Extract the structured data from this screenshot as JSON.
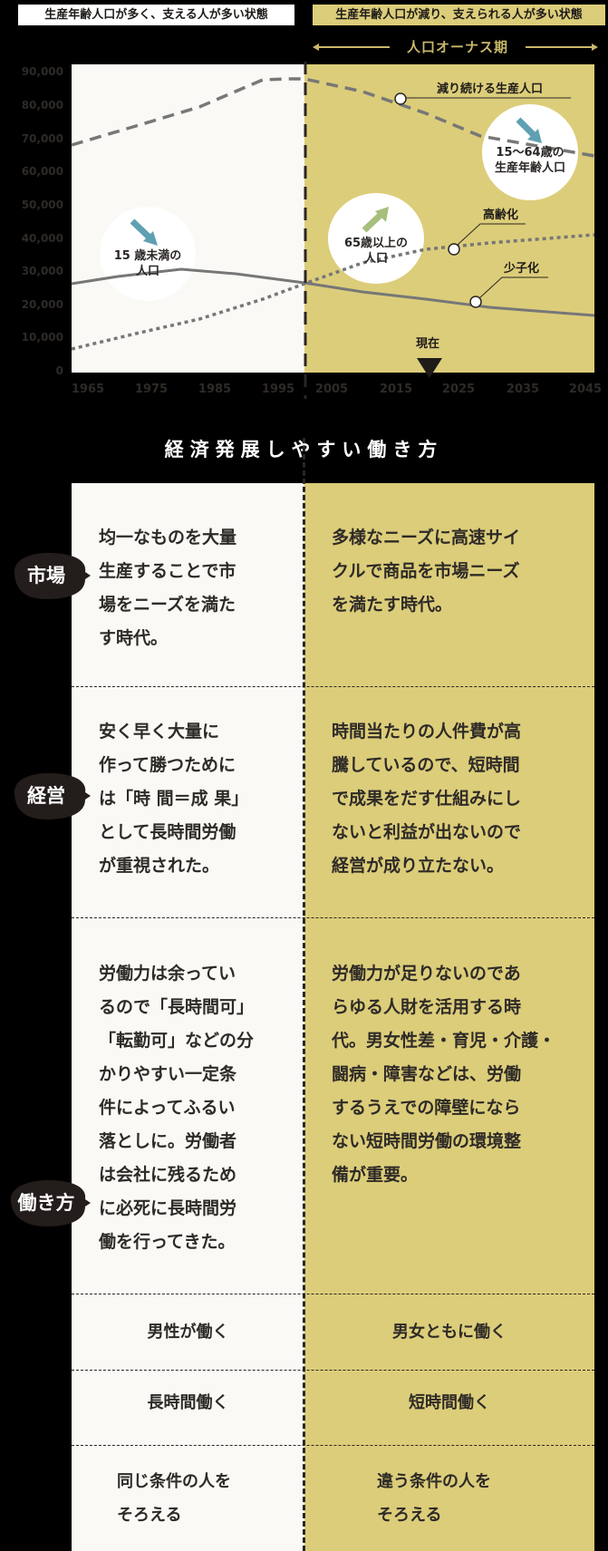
{
  "header": {
    "left_badge": "生産年齢人口が多く、支える人が多い状態",
    "right_badge": "生産年齢人口が減り、支えられる人が多い状態",
    "period_label": "人口オーナス期"
  },
  "colors": {
    "background": "#000000",
    "left_panel": "#faf9f5",
    "right_panel": "#dccd7a",
    "line_gray": "#777777",
    "arrow_blue": "#5fa0b3",
    "arrow_green": "#a6bf7c",
    "period_gold": "#c8b86a"
  },
  "chart_data": {
    "type": "line",
    "title": "",
    "xlabel": "",
    "ylabel": "",
    "ylim": [
      0,
      90000
    ],
    "y_ticks": [
      "90,000",
      "80,000",
      "70,000",
      "60,000",
      "50,000",
      "40,000",
      "30,000",
      "20,000",
      "10,000",
      "0"
    ],
    "x_ticks": [
      "1965",
      "1975",
      "1985",
      "1995",
      "2005",
      "2015",
      "2025",
      "2035",
      "2045"
    ],
    "x": [
      1965,
      1975,
      1985,
      1995,
      2005,
      2015,
      2025,
      2035,
      2045
    ],
    "series": [
      {
        "name": "15〜64歳の生産年齢人口",
        "style": "dashed",
        "values": [
          68000,
          73000,
          79000,
          87000,
          85000,
          77000,
          72000,
          68000,
          62000
        ]
      },
      {
        "name": "15歳未満の人口",
        "style": "solid",
        "values": [
          25500,
          28000,
          30000,
          26000,
          24000,
          21500,
          19500,
          17500,
          16000
        ]
      },
      {
        "name": "65歳以上の人口",
        "style": "dotted",
        "values": [
          6500,
          10500,
          15000,
          21000,
          27000,
          35000,
          37000,
          38500,
          40000
        ]
      }
    ],
    "annotations": [
      {
        "text": "減り続ける生産人口",
        "series": "15〜64歳の生産年齢人口"
      },
      {
        "text": "高齢化",
        "series": "65歳以上の人口"
      },
      {
        "text": "少子化",
        "series": "15歳未満の人口"
      },
      {
        "text": "現在",
        "x": 2020
      }
    ],
    "divider_year": 2000,
    "grid": false,
    "legend": "bubbles"
  },
  "chart": {
    "bubbles": {
      "young": {
        "line1": "15 歳未満の",
        "line2": "人口"
      },
      "working": {
        "line1": "15～64歳の",
        "line2": "生産年齢人口"
      },
      "elderly": {
        "line1": "65歳以上の",
        "line2": "人口"
      }
    },
    "annotations": {
      "working": "減り続ける生産人口",
      "elderly": "高齢化",
      "young": "少子化",
      "now": "現在"
    }
  },
  "section": {
    "title": "経済発展しやすい働き方"
  },
  "table": {
    "rows": [
      {
        "tag": "市場",
        "left": [
          "均一なものを大量",
          "生産することで市",
          "場をニーズを満た",
          "す時代。"
        ],
        "right": [
          "多様なニーズに高速サイ",
          "クルで商品を市場ニーズ",
          "を満たす時代。"
        ]
      },
      {
        "tag": "経営",
        "left": [
          "安く早く大量に",
          "作って勝つために",
          "は「時 間＝成 果」",
          "として長時間労働",
          "が重視された。"
        ],
        "right": [
          "時間当たりの人件費が高",
          "騰しているので、短時間",
          "で成果をだす仕組みにし",
          "ないと利益が出ないので",
          "経営が成り立たない。"
        ]
      },
      {
        "tag": "働き方",
        "left": [
          "労働力は余ってい",
          "るので「長時間可」",
          "「転勤可」などの分",
          "かりやすい一定条",
          "件によってふるい",
          "落としに。労働者",
          "は会社に残るため",
          "に必死に長時間労",
          "働を行ってきた。"
        ],
        "right": [
          "労働力が足りないのであ",
          "らゆる人財を活用する時",
          "代。男女性差・育児・介護・",
          "闘病・障害などは、労働",
          "するうえでの障壁になら",
          "ない短時間労働の環境整",
          "備が重要。"
        ]
      },
      {
        "left": [
          "男性が働く"
        ],
        "right": [
          "男女ともに働く"
        ]
      },
      {
        "left": [
          "長時間働く"
        ],
        "right": [
          "短時間働く"
        ]
      },
      {
        "left": [
          "同じ条件の人を",
          "そろえる"
        ],
        "right": [
          "違う条件の人を",
          "そろえる"
        ]
      }
    ]
  }
}
